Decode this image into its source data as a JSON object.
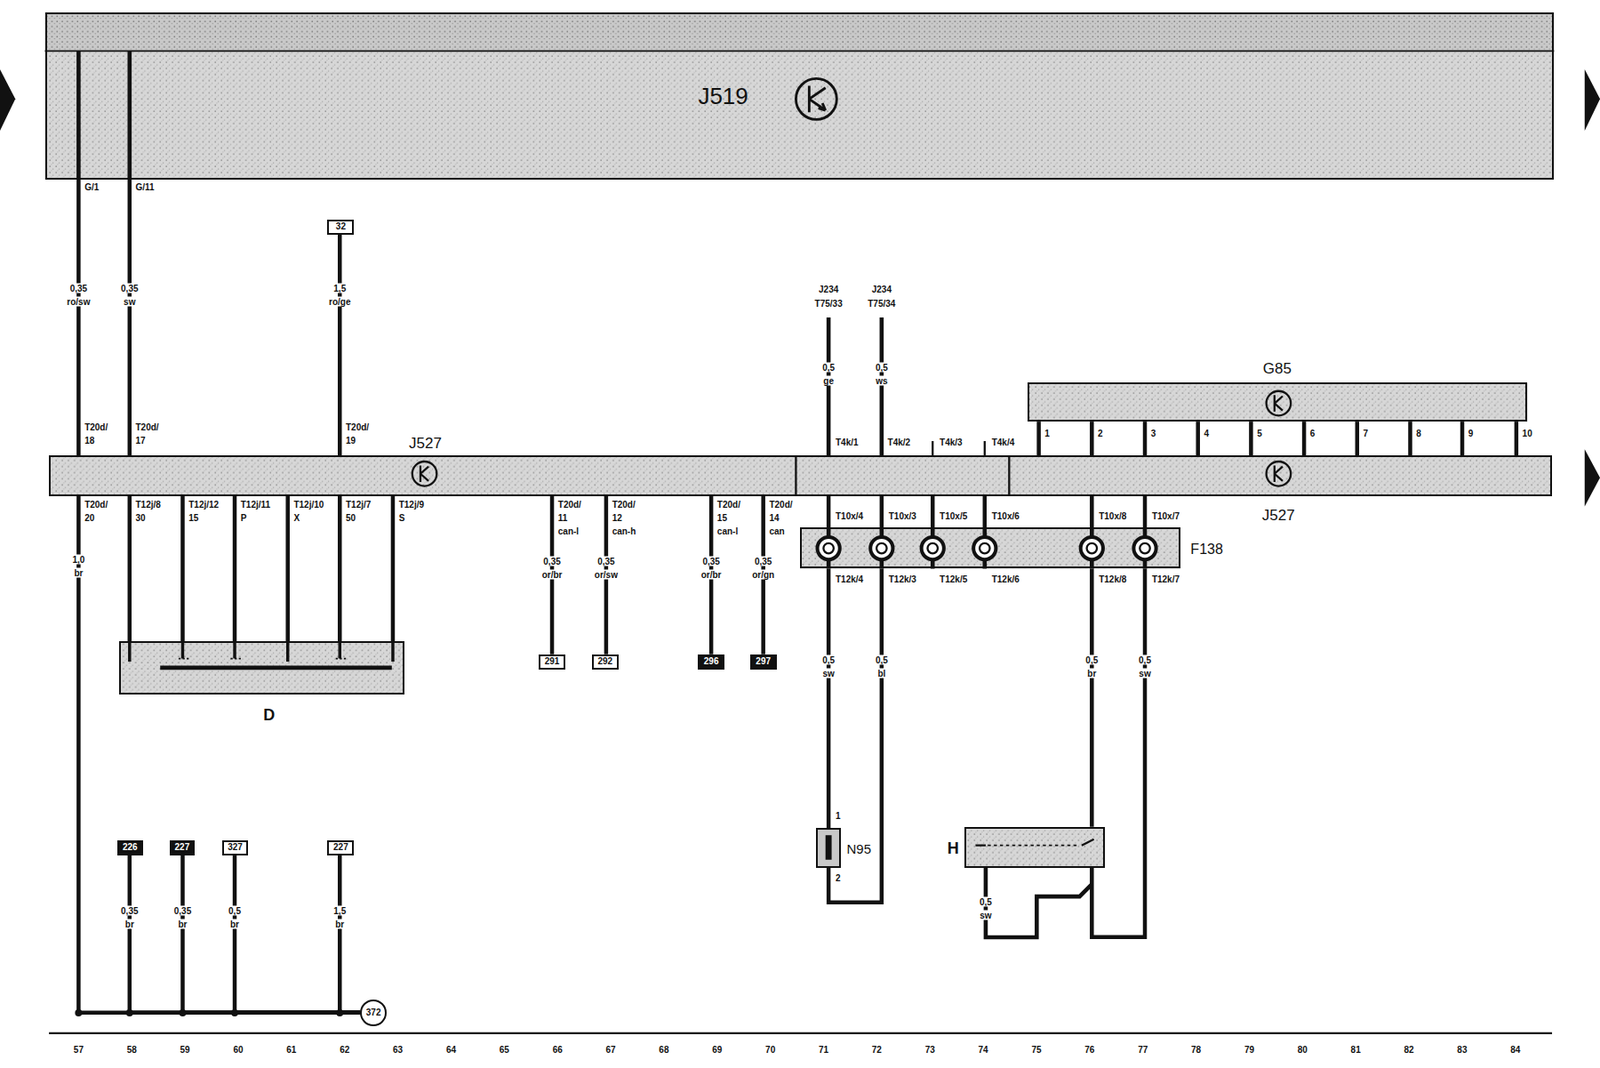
{
  "diagram": {
    "nodes": [
      {
        "text": [
          "J519"
        ]
      },
      {
        "text": [
          "32"
        ]
      },
      {
        "text": [
          "J527",
          "J527"
        ]
      },
      {
        "text": [
          "G85"
        ]
      },
      {
        "text": [
          "D"
        ]
      },
      {
        "text": [
          "291"
        ]
      },
      {
        "text": [
          "292"
        ]
      },
      {
        "text": [
          "296"
        ]
      },
      {
        "text": [
          "297"
        ]
      },
      {
        "text": [
          "F138"
        ]
      },
      {
        "text": [
          "N95"
        ]
      },
      {
        "text": [
          "H"
        ]
      },
      {
        "text": [
          "226"
        ]
      },
      {
        "text": [
          "227"
        ]
      },
      {
        "text": [
          "327"
        ]
      },
      {
        "text": [
          "227"
        ]
      },
      {
        "text": [
          "372"
        ]
      }
    ],
    "edges": [
      {
        "from": 0,
        "to": 2,
        "arrow": "none"
      },
      {
        "from": 0,
        "to": 2,
        "arrow": "none"
      },
      {
        "from": 1,
        "to": 2,
        "arrow": "none"
      },
      {
        "from": 2,
        "to": 4,
        "arrow": "none"
      },
      {
        "from": 2,
        "to": 4,
        "arrow": "none"
      },
      {
        "from": 2,
        "to": 4,
        "arrow": "none"
      },
      {
        "from": 2,
        "to": 4,
        "arrow": "none"
      },
      {
        "from": 2,
        "to": 4,
        "arrow": "none"
      },
      {
        "from": 2,
        "to": 4,
        "arrow": "none"
      },
      {
        "from": 2,
        "to": 5,
        "arrow": "none"
      },
      {
        "from": 2,
        "to": 6,
        "arrow": "none"
      },
      {
        "from": 2,
        "to": 7,
        "arrow": "none"
      },
      {
        "from": 2,
        "to": 8,
        "arrow": "none"
      },
      {
        "from": 3,
        "to": 2,
        "arrow": "none"
      },
      {
        "from": 3,
        "to": 2,
        "arrow": "none"
      },
      {
        "from": 3,
        "to": 2,
        "arrow": "none"
      },
      {
        "from": 3,
        "to": 2,
        "arrow": "none"
      },
      {
        "from": 3,
        "to": 2,
        "arrow": "none"
      },
      {
        "from": 3,
        "to": 2,
        "arrow": "none"
      },
      {
        "from": 3,
        "to": 2,
        "arrow": "none"
      },
      {
        "from": 3,
        "to": 2,
        "arrow": "none"
      },
      {
        "from": 3,
        "to": 2,
        "arrow": "none"
      },
      {
        "from": 3,
        "to": 2,
        "arrow": "none"
      },
      {
        "from": 2,
        "to": 9,
        "arrow": "none"
      },
      {
        "from": 2,
        "to": 9,
        "arrow": "none"
      },
      {
        "from": 2,
        "to": 9,
        "arrow": "none"
      },
      {
        "from": 2,
        "to": 9,
        "arrow": "none"
      },
      {
        "from": 2,
        "to": 9,
        "arrow": "none"
      },
      {
        "from": 2,
        "to": 9,
        "arrow": "none"
      },
      {
        "from": 9,
        "to": 10,
        "arrow": "none"
      },
      {
        "from": 9,
        "to": 10,
        "arrow": "none"
      },
      {
        "from": 9,
        "to": 11,
        "arrow": "none"
      },
      {
        "from": 9,
        "to": 11,
        "arrow": "none"
      },
      {
        "from": 2,
        "to": 16,
        "arrow": "none"
      },
      {
        "from": 12,
        "to": 16,
        "arrow": "none"
      },
      {
        "from": 13,
        "to": 16,
        "arrow": "none"
      },
      {
        "from": 14,
        "to": 16,
        "arrow": "none"
      },
      {
        "from": 15,
        "to": 16,
        "arrow": "none"
      }
    ],
    "labels": [
      "G/1",
      "G/11",
      "0,35",
      "ro/sw",
      "0,35",
      "sw",
      "1,5",
      "ro/ge",
      "T20d/",
      "18",
      "T20d/",
      "17",
      "T20d/",
      "19",
      "T20d/",
      "20",
      "1,0",
      "br",
      "T12j/8",
      "30",
      "T12j/12",
      "15",
      "T12j/11",
      "P",
      "T12j/10",
      "X",
      "T12j/7",
      "50",
      "T12j/9",
      "S",
      "T20d/",
      "11",
      "can-l",
      "0,35",
      "or/br",
      "T20d/",
      "12",
      "can-h",
      "0,35",
      "or/sw",
      "T20d/",
      "15",
      "can-l",
      "0,35",
      "or/br",
      "T20d/",
      "14",
      "can",
      "0,35",
      "or/gn",
      "J234",
      "T75/33",
      "J234",
      "T75/34",
      "0,5",
      "ge",
      "0,5",
      "ws",
      "T4k/1",
      "T4k/2",
      "T4k/3",
      "T4k/4",
      "1",
      "2",
      "3",
      "4",
      "5",
      "6",
      "7",
      "8",
      "9",
      "10",
      "T10x/4",
      "T10x/3",
      "T10x/5",
      "T10x/6",
      "T10x/8",
      "T10x/7",
      "T12k/4",
      "T12k/3",
      "T12k/5",
      "T12k/6",
      "T12k/8",
      "T12k/7",
      "0,5",
      "sw",
      "0,5",
      "bl",
      "0,5",
      "br",
      "0,5",
      "sw",
      "1",
      "2",
      "0,5",
      "sw",
      "0,35",
      "br",
      "0,35",
      "br",
      "0,5",
      "br",
      "1,5",
      "br",
      "57",
      "58",
      "59",
      "60",
      "61",
      "62",
      "63",
      "64",
      "65",
      "66",
      "67",
      "68",
      "69",
      "70",
      "71",
      "72",
      "73",
      "74",
      "75",
      "76",
      "77",
      "78",
      "79",
      "80",
      "81",
      "82",
      "83",
      "84"
    ]
  }
}
